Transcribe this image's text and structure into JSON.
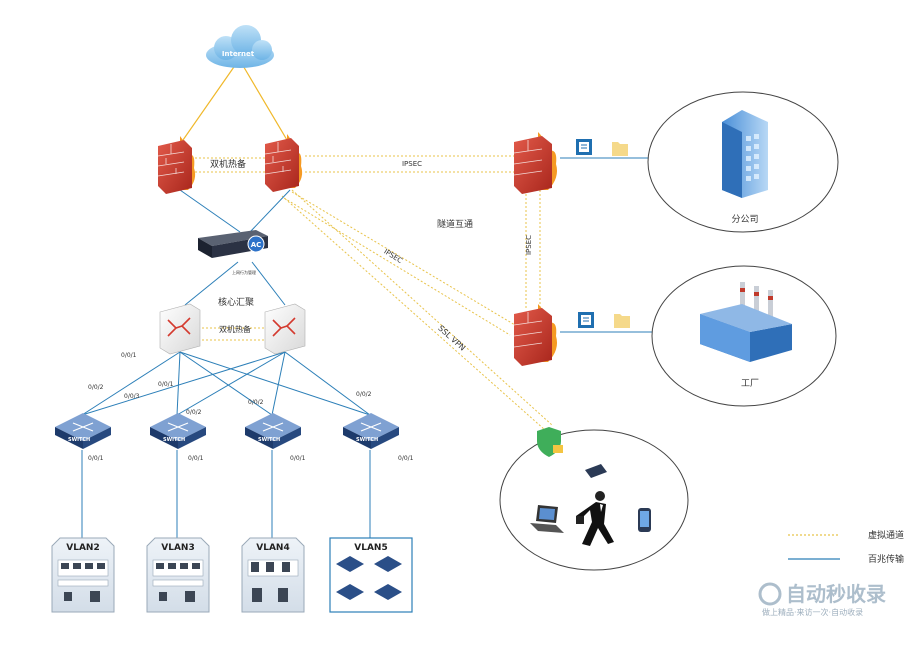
{
  "cloud": {
    "label": "Internet"
  },
  "firewalls": {
    "hot_standby_label": "双机热备"
  },
  "ac": {
    "caption": "上网行为管理"
  },
  "core": {
    "label": "核心汇聚",
    "hot_standby_label": "双机热备"
  },
  "links": {
    "ipsec_top": "IPSEC",
    "ipsec_vertical": "IPSEC",
    "ipsec_diagonal": "IPSEC",
    "tunnel_label": "隧道互通",
    "ssl_vpn": "SSL VPN"
  },
  "ports": {
    "core_a": "0/0/1",
    "core_b": "0/0/1",
    "core_c": "0/0/2",
    "core_d": "0/0/2",
    "core_e": "0/0/3",
    "core_f": "0/0/2",
    "core_g": "0/0/2",
    "sw1_down": "0/0/1",
    "sw2_down": "0/0/1",
    "sw3_down": "0/0/1",
    "sw4_down": "0/0/1"
  },
  "switches": {
    "label": "SWITCH"
  },
  "vlans": [
    "VLAN2",
    "VLAN3",
    "VLAN4",
    "VLAN5"
  ],
  "branch": {
    "label": "分公司"
  },
  "factory": {
    "label": "工厂"
  },
  "legend": {
    "virtual": "虚拟通道",
    "gigabit": "百兆传输"
  },
  "watermark": {
    "title": "自动秒收录",
    "subtitle": "做上精品·来访一次·自动收录"
  },
  "colors": {
    "virtual_line": "#e8c34a",
    "gigabit_line": "#2c7fb8",
    "uplink_line": "#f0b82a"
  }
}
